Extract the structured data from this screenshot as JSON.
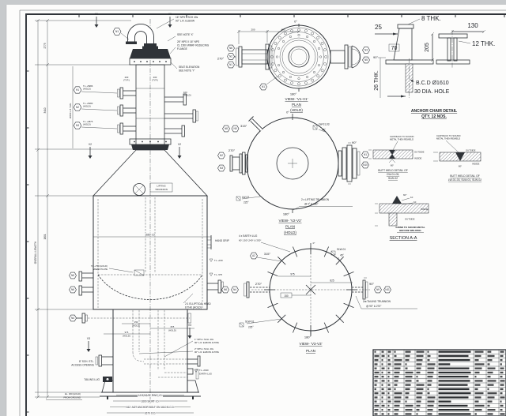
{
  "common": {
    "deg0": "0°",
    "deg45": "45°",
    "deg60": "60°",
    "deg90": "90°",
    "deg180": "180°",
    "deg225": "225°",
    "deg270": "270°",
    "deg315": "315°",
    "hold": "(HOLD)",
    "typ": "(TYP.)",
    "plan": "PLAN",
    "outside": "OUTSIDE",
    "inside": "INSIDE"
  },
  "elev": {
    "marker_v1": "V1",
    "marker_v2": "V2",
    "marker_v3": "V3",
    "elbow_note1": "16\" NPS x SCH 40s",
    "elbow_note2": "90° L.R. ELBOW",
    "see_note_x": "SEE NOTE 'X'",
    "rf_note1": "26\" NPS X 16\" NPS",
    "rf_note2": "CL 1500 WNRF REDUCING",
    "rf_note3": "FLANGE",
    "seat_note1": "SEAT ELEVATION",
    "seat_note2": "SEE NOTE 'Y'",
    "b_n1": "N1",
    "b_h1": "H1",
    "b_n2": "N2",
    "b_n3": "N3",
    "b_n5": "N5",
    "b_n6": "N6",
    "b_n4": "N4",
    "tl1": "T.L +5986",
    "tl2": "T.L +5280",
    "tl3": "T.L +4875",
    "d200": "200",
    "d100": "100",
    "dia": "1660 I.D.",
    "hand_grip": "HAND GRIP",
    "lift1": "LIFTING",
    "lift2": "TRUNNION",
    "wear1": "T.L +750 (HOLD)",
    "wear2": "WEAR PLATE",
    "tlr1": "T.L +150",
    "tlr2": "T.L -575",
    "head1": "2:1 ELLIPTICAL HEAD",
    "head2": "8 THK (HOLD)",
    "access1": "8\" SCH. STL.",
    "access2": "ACCESS OPENING",
    "tailing_lug": "TAILING LUG",
    "el300_1": "EL. 300 (HOLD)",
    "el300_2": "FROM GROUND",
    "earth1": "T.L -2190",
    "earth2": "EARTH LUG",
    "pipe1a": "1\" NPS x SCH. 40s",
    "pipe1b": "90° L.R. ELBOW & PIPE",
    "pipe2a": "2\" NPS x SCH. 40s",
    "pipe2b": "90° L.R. ELBOW & PIPE",
    "d150": "150",
    "d825": "825",
    "d975": "975",
    "base1": "1418 BASE RING I.D.",
    "base2": "1600 SKIRT I.D.",
    "base3": "N12 -M27 ANCHOR BOLT ON 1610 B.C.D.",
    "base4": "1670 O.D.",
    "dim1": "2775",
    "dim2": "3410",
    "dim3": "1801",
    "overall": "OVERALL LENGTH",
    "shell_note": "Ø660 x 8 THK."
  },
  "v1": {
    "d200": "200",
    "d495": "495",
    "bl1": "N6",
    "bl2": "N2",
    "bl3": "N1",
    "br1": "N3",
    "br2": "N5",
    "bb": "N1",
    "title": "VIEW- 'V1-V1'"
  },
  "v2": {
    "lw13": "LW-01,03",
    "lw2": "LW-02",
    "trun1": "2 x LIFTING TRUNNION",
    "trun2": "@ 0° & 180°",
    "bl1": "N8",
    "bl2": "N5",
    "bm1": "N2",
    "bm2": "N3",
    "br1": "N1",
    "br2": "N10",
    "title": "VIEW- 'V2-V2'"
  },
  "v3": {
    "slw1": "SLW-01",
    "slw2": "SLW-02",
    "earth1": "4 x EARTH LUG",
    "earth2": "60°,150°,240° & 330°",
    "trun1": "2 x TAILING TRUNNION",
    "trun2": "@ 90° & 270°",
    "d975": "975",
    "d825": "825",
    "d150": "150",
    "ba": "A2",
    "bl1": "N4",
    "bl2": "N6",
    "br1": "N9",
    "br2": "N11",
    "title": "VIEW- 'V3-V3'"
  },
  "chair": {
    "thk8": "8 THK.",
    "d25": "25",
    "d130": "130",
    "d70": "70",
    "d205": "205",
    "thk12": "12 THK.",
    "thk26": "26 THK.",
    "bcd": "B.C.D Ø1610",
    "hole": "30 DIA. HOLE",
    "title1": "ANCHOR CHAIR DETAIL",
    "title2": "QTY. 12 NOS."
  },
  "weld": {
    "note1": "CHIP BACK TO SOUND",
    "note2": "METAL THEN REWELD",
    "t1": "BUTT WELD DETAIL OF",
    "lt2": "CW-01-05,",
    "lt3": "SLW-02",
    "rt2": "LW-01-03, SLW-01, SLW-02"
  },
  "section": {
    "title": "SECTION A-A",
    "note1": "GRIND TO SOUND METAL",
    "note2": "BEFORE WELDING",
    "d10": "10"
  },
  "table": {
    "rows": 16,
    "cols": [
      472,
      481,
      489,
      497,
      511,
      525,
      539,
      553,
      599,
      615,
      631,
      640
    ]
  }
}
